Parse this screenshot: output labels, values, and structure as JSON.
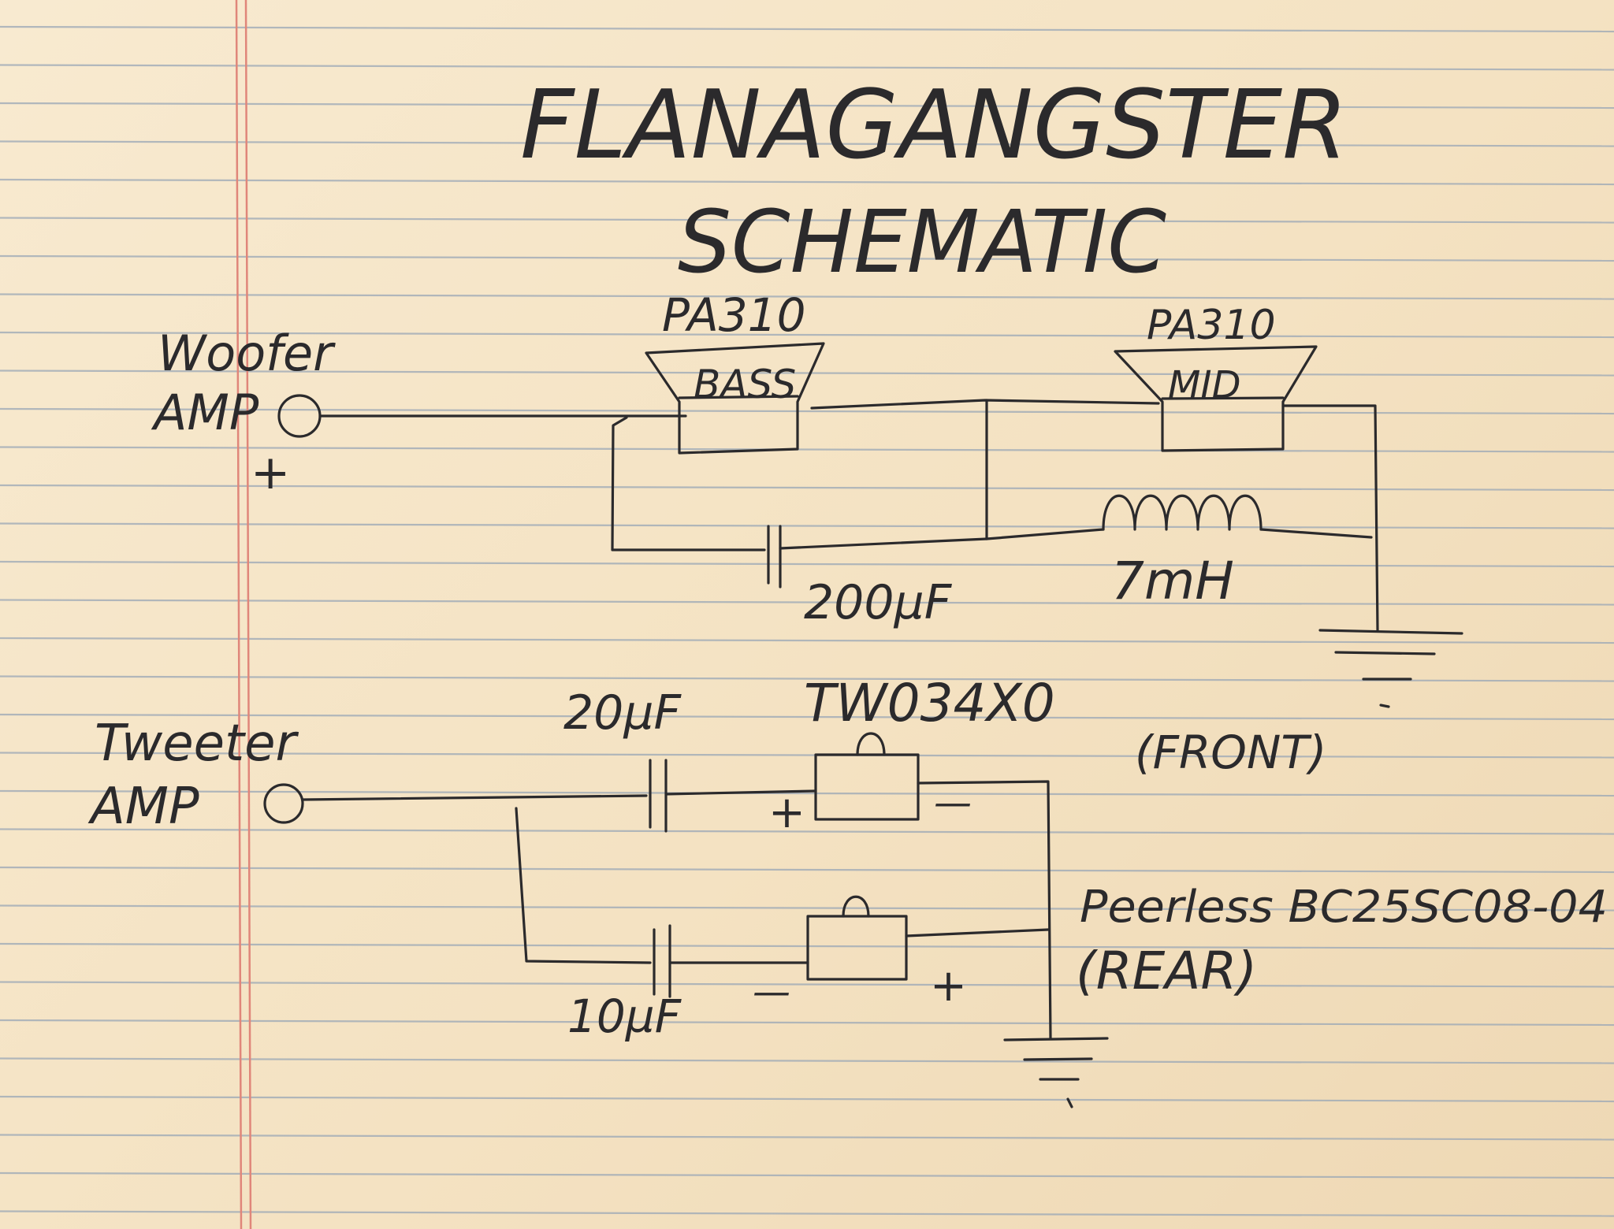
{
  "title": {
    "line1": "FLANAGANGSTER",
    "line2": "SCHEMATIC"
  },
  "labels": {
    "woofer_amp_line1": "Woofer",
    "woofer_amp_line2": "AMP",
    "woofer_plus": "+",
    "tweeter_amp_line1": "Tweeter",
    "tweeter_amp_line2": "AMP",
    "bass_model": "PA310",
    "bass_text": "BASS",
    "mid_model": "PA310",
    "mid_text": "MID",
    "cap_bass": "200µF",
    "inductor": "7mH",
    "cap_front": "20µF",
    "cap_rear": "10µF",
    "front_model": "TW034X0",
    "front_note": "(FRONT)",
    "rear_model": "Peerless BC25SC08-04",
    "rear_note": "(REAR)",
    "front_plus": "+",
    "front_minus": "—",
    "rear_minus": "—",
    "rear_plus": "+"
  },
  "colors": {
    "paper": "#f6e6c7",
    "rule_line": "#9aa7b6",
    "margin_line": "#e0867a",
    "ink": "#2b2a2c"
  }
}
